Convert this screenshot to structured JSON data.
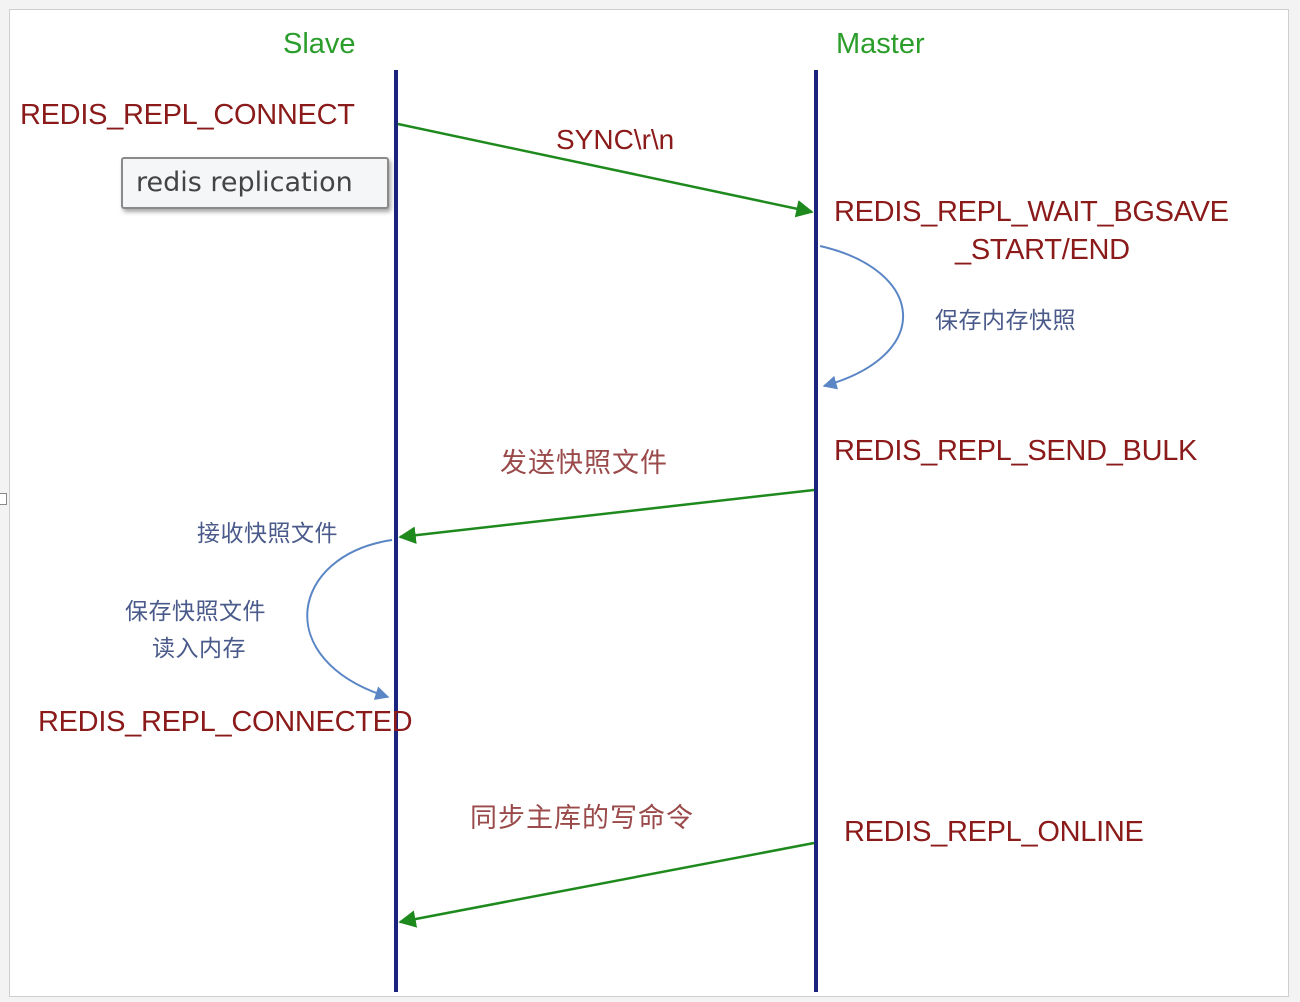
{
  "lanes": {
    "slave": "Slave",
    "master": "Master"
  },
  "tooltip": "redis replication",
  "states": {
    "slave_connect": "REDIS_REPL_CONNECT",
    "master_wait_line1": "REDIS_REPL_WAIT_BGSAVE",
    "master_wait_line2": "_START/END",
    "master_send_bulk": "REDIS_REPL_SEND_BULK",
    "slave_connected": "REDIS_REPL_CONNECTED",
    "master_online": "REDIS_REPL_ONLINE"
  },
  "messages": {
    "sync": "SYNC\\r\\n",
    "send_snapshot": "发送快照文件",
    "sync_writes": "同步主库的写命令"
  },
  "notes": {
    "save_snapshot": "保存内存快照",
    "receive_snapshot": "接收快照文件",
    "load_line1": "保存快照文件",
    "load_line2": "读入内存"
  },
  "colors": {
    "lifeline": "#1a237e",
    "message_arrow": "#1e8a1e",
    "self_arrow": "#5b86c5",
    "lane_title": "#2a9d2a",
    "state_text": "#8b1a1a"
  }
}
